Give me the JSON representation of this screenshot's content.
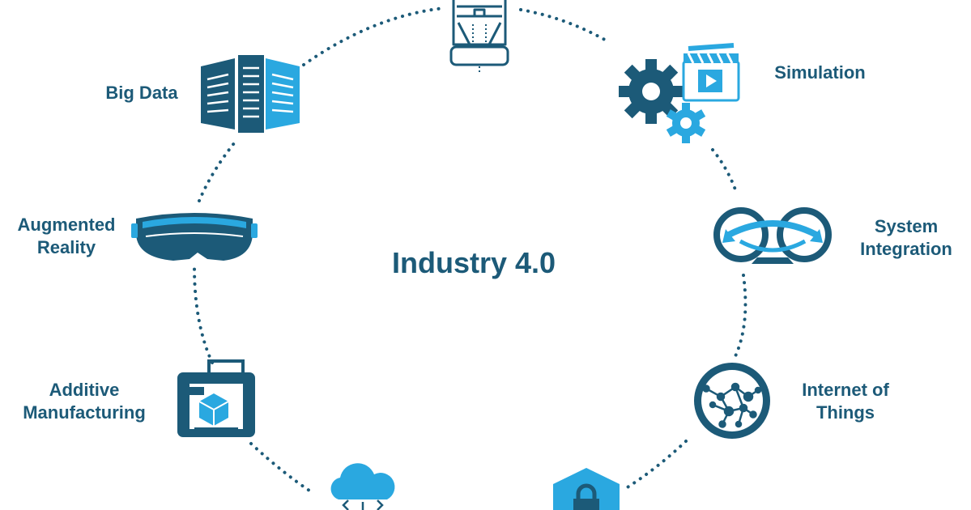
{
  "title": "Industry 4.0",
  "colors": {
    "dark": "#1c5a78",
    "light": "#2aa8e0",
    "text": "#1c5a78"
  },
  "nodes": [
    {
      "id": "robot",
      "icon": "autonomous-robot-icon",
      "lines": []
    },
    {
      "id": "simulation",
      "icon": "simulation-icon",
      "lines": [
        "Simulation"
      ]
    },
    {
      "id": "system-integration",
      "icon": "system-integration-icon",
      "lines": [
        "System",
        "Integration"
      ]
    },
    {
      "id": "internet-of-things",
      "icon": "network-globe-icon",
      "lines": [
        "Internet of",
        "Things"
      ]
    },
    {
      "id": "cybersecurity",
      "icon": "shield-lock-icon",
      "lines": []
    },
    {
      "id": "cloud",
      "icon": "cloud-icon",
      "lines": []
    },
    {
      "id": "additive-manufacturing",
      "icon": "3d-printer-icon",
      "lines": [
        "Additive",
        "Manufacturing"
      ]
    },
    {
      "id": "augmented-reality",
      "icon": "ar-headset-icon",
      "lines": [
        "Augmented",
        "Reality"
      ]
    },
    {
      "id": "big-data",
      "icon": "server-rack-icon",
      "lines": [
        "Big Data"
      ]
    }
  ]
}
